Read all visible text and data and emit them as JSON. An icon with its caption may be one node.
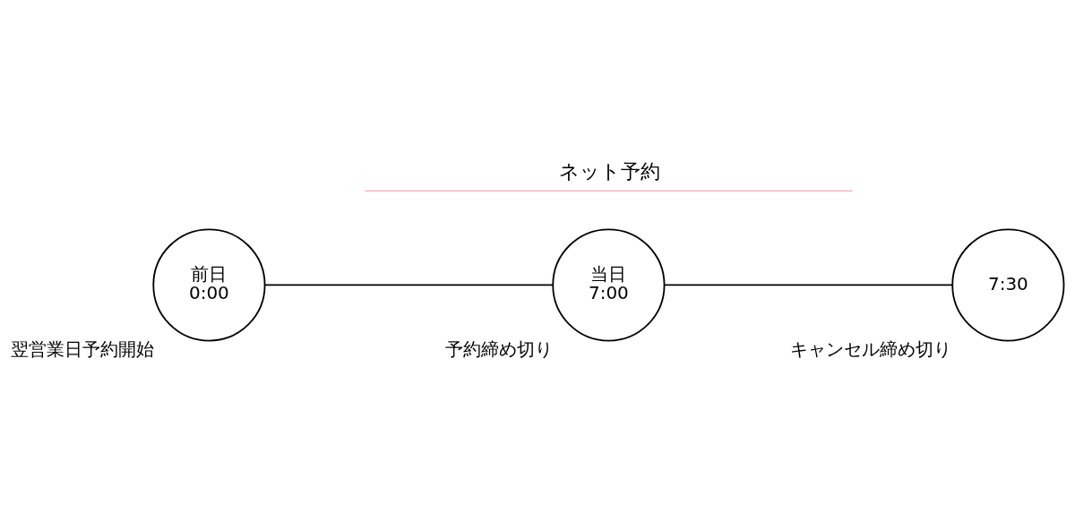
{
  "diagram": {
    "nodes": [
      {
        "text": [
          "前日",
          "0:00"
        ],
        "beside": [
          "翌営業日予約開始"
        ]
      },
      {
        "text": [
          "当日",
          "7:00"
        ],
        "beside": [
          "予約締め切り"
        ]
      },
      {
        "text": [
          "7:30"
        ],
        "beside": [
          "キャンセル締め切り"
        ]
      }
    ],
    "edges": [
      {
        "from": 0,
        "to": 1,
        "arrow": "none"
      },
      {
        "from": 1,
        "to": 2,
        "arrow": "none"
      }
    ],
    "labels": [
      "ネット予約"
    ]
  }
}
